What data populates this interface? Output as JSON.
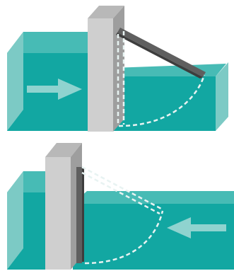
{
  "colors": {
    "water_front": "#12a7a2",
    "water_top": "#47bbb5",
    "water_side": "#7ccac5",
    "wall_front": "#cfcfcf",
    "wall_top": "#b8b8b8",
    "wall_side": "#9e9e9e",
    "gate": "#5f5f5f",
    "gate_dark": "#3d3d3d",
    "arrow": "#8fd3cf",
    "dashed": "#e8f3f2",
    "background": "#ffffff"
  },
  "panels": [
    {
      "name": "top-panel",
      "gate_state": "open",
      "flow_direction": "right"
    },
    {
      "name": "bottom-panel",
      "gate_state": "closed",
      "flow_direction": "left"
    }
  ]
}
